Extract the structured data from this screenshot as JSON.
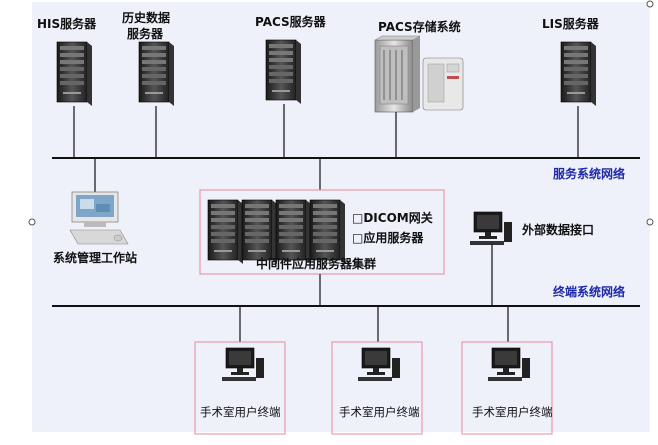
{
  "servers": {
    "his": "HIS服务器",
    "history_line1": "历史数据",
    "history_line2": "服务器",
    "pacs": "PACS服务器",
    "pacs_storage": "PACS存储系统",
    "lis": "LIS服务器"
  },
  "networks": {
    "service": "服务系统网络",
    "terminal": "终端系统网络"
  },
  "middleware": {
    "feature1": "□DICOM网关",
    "feature2": "□应用服务器",
    "caption": "中间件应用服务器集群"
  },
  "workstation": "系统管理工作站",
  "external": "外部数据接口",
  "terminals": [
    "手术室用户终端",
    "手术室用户终端",
    "手术室用户终端"
  ],
  "colors": {
    "background": "#eef0fa",
    "network_line": "#111111",
    "network_label": "#1f2aa8",
    "group_border": "#e88a9a"
  }
}
